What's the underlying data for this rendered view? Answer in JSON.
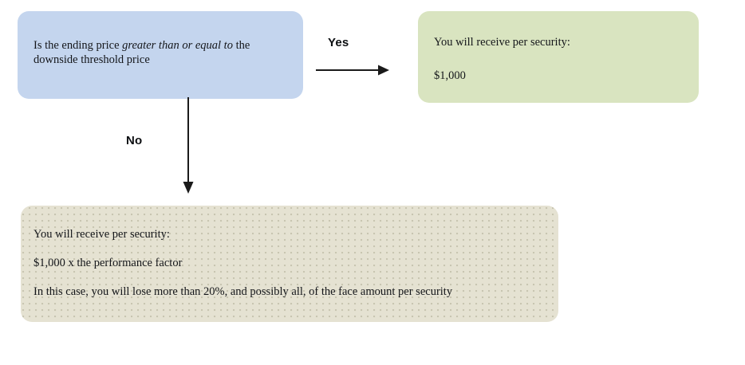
{
  "flowchart": {
    "decision": {
      "text_before_emphasis": "Is the ending price ",
      "emphasis": "greater than or equal to",
      "text_after_emphasis": " the downside threshold price",
      "fill_color": "#c4d5ee"
    },
    "edges": [
      {
        "label": "Yes",
        "direction": "right"
      },
      {
        "label": "No",
        "direction": "down"
      }
    ],
    "yes_outcome": {
      "line_1": "You will receive per security:",
      "line_2": "$1,000",
      "fill_color": "#d9e4c0"
    },
    "no_outcome": {
      "line_1": "You will receive per security:",
      "line_2": "$1,000 x the performance factor",
      "line_3": "In this case, you will lose more than 20%, and possibly all, of the face amount per security",
      "fill_color": "#e5e2d2"
    }
  }
}
